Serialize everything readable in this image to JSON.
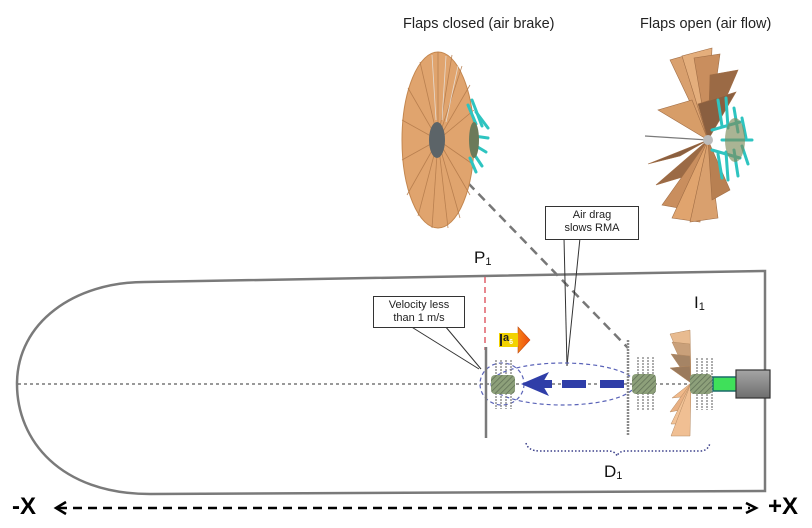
{
  "titles": {
    "closed": "Flaps closed (air brake)",
    "open": "Flaps open (air flow)"
  },
  "callouts": {
    "air_drag": {
      "line1": "Air drag",
      "line2": "slows RMA"
    },
    "velocity": {
      "line1": "Velocity less",
      "line2": "than 1 m/s"
    }
  },
  "labels": {
    "p": {
      "base": "P",
      "sub": "1"
    },
    "i": {
      "base": "I",
      "sub": "1"
    },
    "d": {
      "base": "D",
      "sub": "1"
    },
    "badge": {
      "base": "a",
      "sub": "6"
    }
  },
  "axis": {
    "neg": "-X",
    "pos": "+X"
  },
  "colors": {
    "tube_outline": "#7a7a7a",
    "flap_light": "#e0a46e",
    "flap_dark": "#9c6c48",
    "fins": "#2ec4c0",
    "motion_arrow": "#2f3ea8",
    "p_marker": "#e0606a",
    "ellipse": "#5a63b8",
    "bracket": "#3a3f8a",
    "green_shaft": "#3fe05a",
    "gray_block": "#8c8c8c",
    "badge_arrow": "#f07a1a",
    "badge_bg": "#f2d200"
  }
}
